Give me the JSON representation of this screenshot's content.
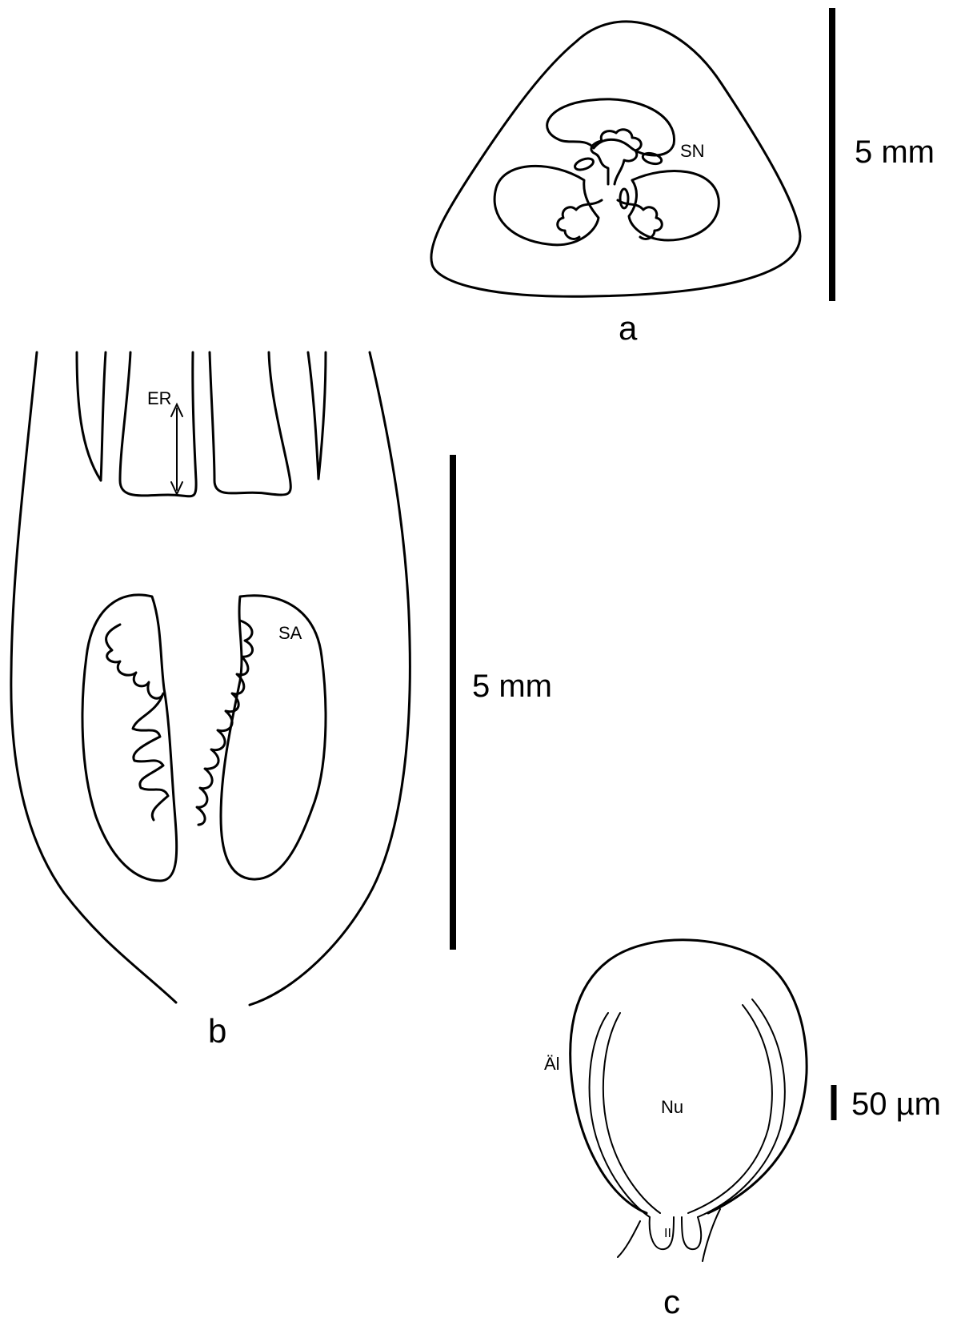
{
  "panels": {
    "a": {
      "letter": "a",
      "label_sn": "SN",
      "scale_label": "5 mm"
    },
    "b": {
      "letter": "b",
      "label_er": "ER",
      "label_sa": "SA",
      "scale_label": "5 mm"
    },
    "c": {
      "letter": "c",
      "label_ai": "Äl",
      "label_nu": "Nu",
      "label_ii": "II",
      "scale_label": "50 µm"
    }
  }
}
